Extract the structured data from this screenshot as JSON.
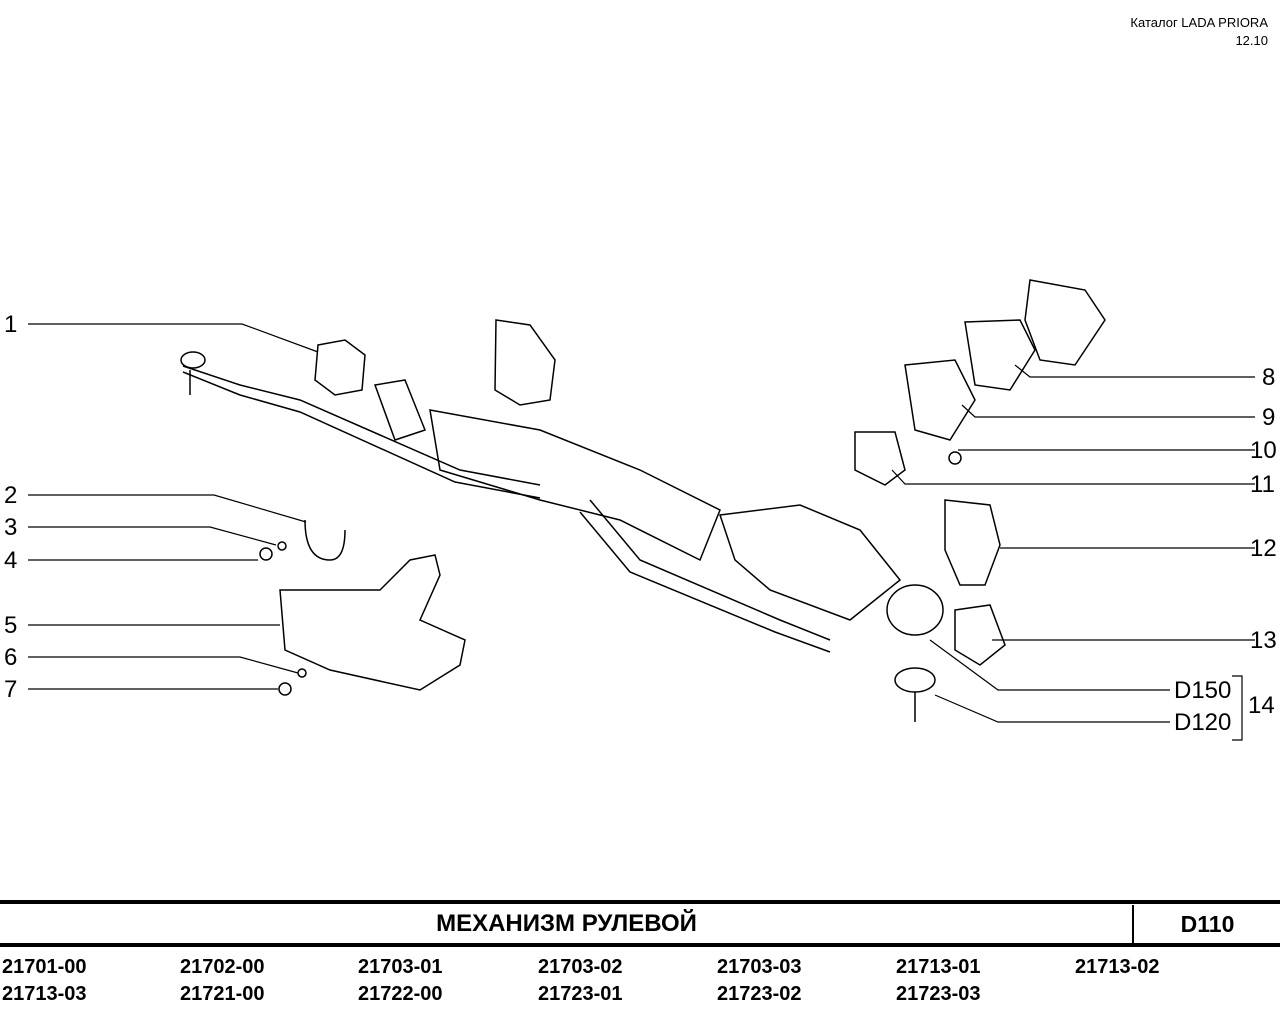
{
  "header": {
    "catalog": "Каталог  LADA  PRIORA",
    "date": "12.10"
  },
  "callouts_left": [
    "1",
    "2",
    "3",
    "4",
    "5",
    "6",
    "7"
  ],
  "callouts_right": [
    "8",
    "9",
    "10",
    "11",
    "12",
    "13"
  ],
  "variants": {
    "a": "D150",
    "b": "D120",
    "group": "14"
  },
  "footer": {
    "title": "МЕХАНИЗМ   РУЛЕВОЙ",
    "code": "D110",
    "models": [
      [
        "21701-00",
        "21702-00",
        "21703-01",
        "21703-02",
        "21703-03",
        "21713-01",
        "21713-02"
      ],
      [
        "21713-03",
        "21721-00",
        "21722-00",
        "21723-01",
        "21723-02",
        "21723-03"
      ]
    ]
  }
}
